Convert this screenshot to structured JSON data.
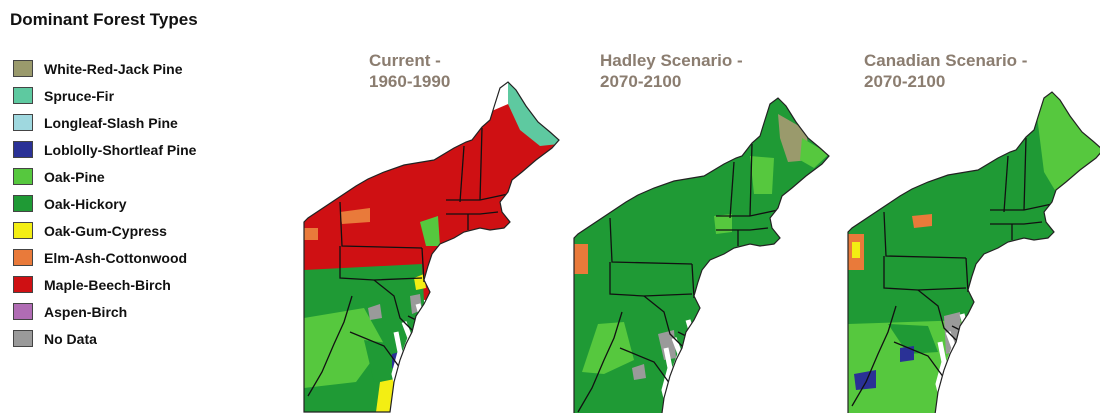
{
  "title": "Dominant Forest Types",
  "legend": [
    {
      "label": "White-Red-Jack Pine",
      "color": "#9a9a6c"
    },
    {
      "label": "Spruce-Fir",
      "color": "#5ec9a0"
    },
    {
      "label": "Longleaf-Slash Pine",
      "color": "#9fd8df"
    },
    {
      "label": "Loblolly-Shortleaf Pine",
      "color": "#2a3196"
    },
    {
      "label": "Oak-Pine",
      "color": "#56c83e"
    },
    {
      "label": "Oak-Hickory",
      "color": "#1f9a35"
    },
    {
      "label": "Oak-Gum-Cypress",
      "color": "#f3ee13"
    },
    {
      "label": "Elm-Ash-Cottonwood",
      "color": "#e97a3a"
    },
    {
      "label": "Maple-Beech-Birch",
      "color": "#cf1013"
    },
    {
      "label": "Aspen-Birch",
      "color": "#b06cb4"
    },
    {
      "label": "No Data",
      "color": "#9a9a9a"
    }
  ],
  "maps": [
    {
      "title_line1": "Current -",
      "title_line2": "1960-1990"
    },
    {
      "title_line1": "Hadley Scenario -",
      "title_line2": "2070-2100"
    },
    {
      "title_line1": "Canadian Scenario -",
      "title_line2": "2070-2100"
    }
  ]
}
